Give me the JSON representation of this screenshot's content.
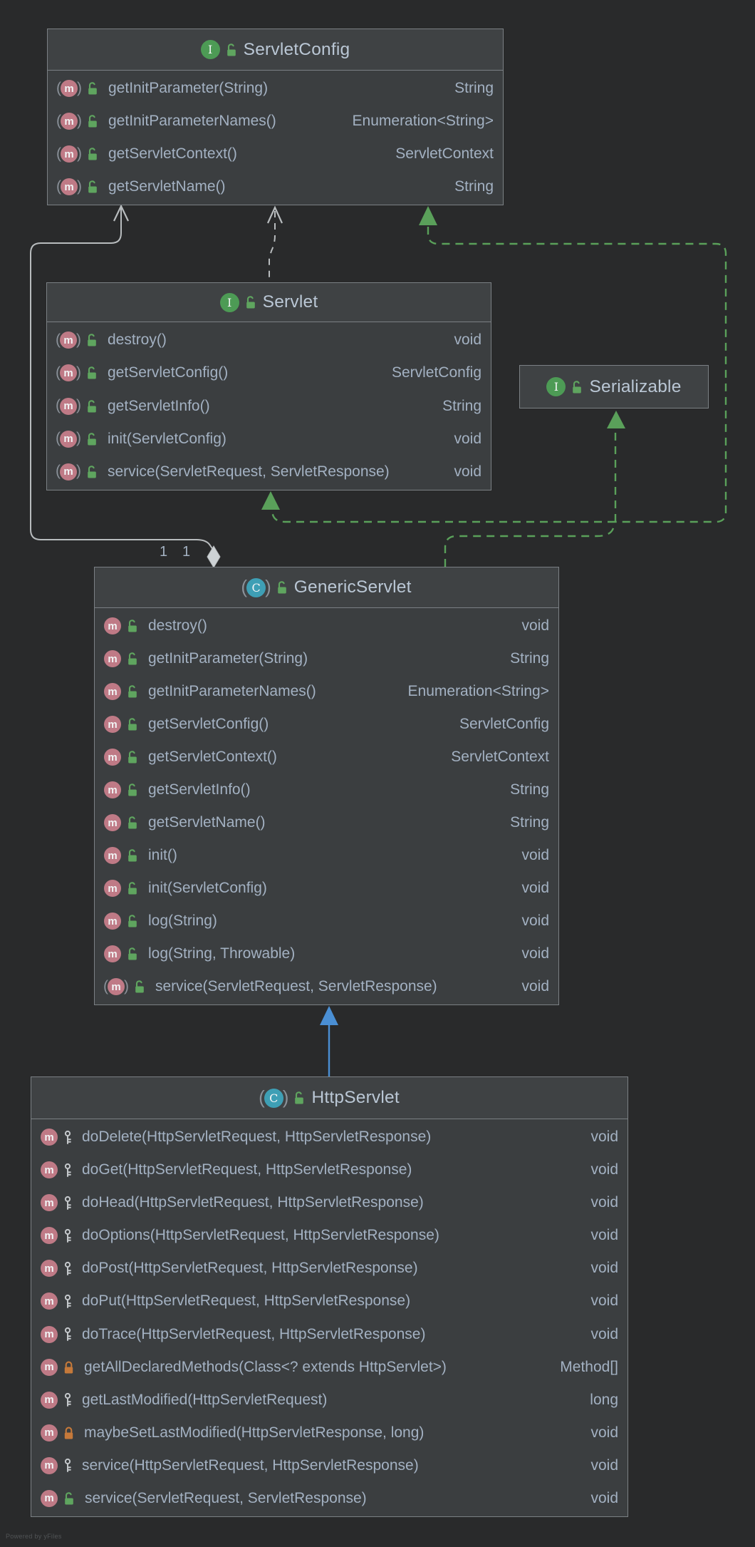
{
  "diagram": {
    "watermark": "Powered by yFiles",
    "multiplicity": {
      "first": "1",
      "second": "1"
    }
  },
  "colors": {
    "background": "#292a2b",
    "node_fill": "#3b3e40",
    "node_header_fill": "#3f4244",
    "node_border": "#7b8084",
    "text": "#a3b1c2",
    "title_text": "#bac7d5",
    "interface_icon_green": "#4d9b55",
    "class_icon_teal": "#3e9fb5",
    "method_icon_pink": "#bf7a86",
    "public_lock_green": "#5fa55f",
    "private_lock_orange": "#c5793a",
    "protected_key_gray": "#c3c7ca",
    "realization_green": "#5aa05a",
    "extends_blue": "#4a8fd4",
    "association_gray": "#b8bcbe",
    "diamond_fill": "#cdd2d5",
    "watermark": "#515456"
  },
  "classes": [
    {
      "id": "servletconfig",
      "name": "ServletConfig",
      "kind": "interface",
      "abstract": false,
      "methods": [
        {
          "name": "getInitParameter(String)",
          "returns": "String",
          "visibility": "public",
          "abstract": true
        },
        {
          "name": "getInitParameterNames()",
          "returns": "Enumeration<String>",
          "visibility": "public",
          "abstract": true
        },
        {
          "name": "getServletContext()",
          "returns": "ServletContext",
          "visibility": "public",
          "abstract": true
        },
        {
          "name": "getServletName()",
          "returns": "String",
          "visibility": "public",
          "abstract": true
        }
      ]
    },
    {
      "id": "servlet",
      "name": "Servlet",
      "kind": "interface",
      "abstract": false,
      "methods": [
        {
          "name": "destroy()",
          "returns": "void",
          "visibility": "public",
          "abstract": true
        },
        {
          "name": "getServletConfig()",
          "returns": "ServletConfig",
          "visibility": "public",
          "abstract": true
        },
        {
          "name": "getServletInfo()",
          "returns": "String",
          "visibility": "public",
          "abstract": true
        },
        {
          "name": "init(ServletConfig)",
          "returns": "void",
          "visibility": "public",
          "abstract": true
        },
        {
          "name": "service(ServletRequest, ServletResponse)",
          "returns": "void",
          "visibility": "public",
          "abstract": true
        }
      ]
    },
    {
      "id": "serializable",
      "name": "Serializable",
      "kind": "interface",
      "abstract": false,
      "methods": []
    },
    {
      "id": "genericservlet",
      "name": "GenericServlet",
      "kind": "class",
      "abstract": true,
      "methods": [
        {
          "name": "destroy()",
          "returns": "void",
          "visibility": "public",
          "abstract": false
        },
        {
          "name": "getInitParameter(String)",
          "returns": "String",
          "visibility": "public",
          "abstract": false
        },
        {
          "name": "getInitParameterNames()",
          "returns": "Enumeration<String>",
          "visibility": "public",
          "abstract": false
        },
        {
          "name": "getServletConfig()",
          "returns": "ServletConfig",
          "visibility": "public",
          "abstract": false
        },
        {
          "name": "getServletContext()",
          "returns": "ServletContext",
          "visibility": "public",
          "abstract": false
        },
        {
          "name": "getServletInfo()",
          "returns": "String",
          "visibility": "public",
          "abstract": false
        },
        {
          "name": "getServletName()",
          "returns": "String",
          "visibility": "public",
          "abstract": false
        },
        {
          "name": "init()",
          "returns": "void",
          "visibility": "public",
          "abstract": false
        },
        {
          "name": "init(ServletConfig)",
          "returns": "void",
          "visibility": "public",
          "abstract": false
        },
        {
          "name": "log(String)",
          "returns": "void",
          "visibility": "public",
          "abstract": false
        },
        {
          "name": "log(String, Throwable)",
          "returns": "void",
          "visibility": "public",
          "abstract": false
        },
        {
          "name": "service(ServletRequest, ServletResponse)",
          "returns": "void",
          "visibility": "public",
          "abstract": true
        }
      ]
    },
    {
      "id": "httpservlet",
      "name": "HttpServlet",
      "kind": "class",
      "abstract": true,
      "methods": [
        {
          "name": "doDelete(HttpServletRequest, HttpServletResponse)",
          "returns": "void",
          "visibility": "protected",
          "abstract": false
        },
        {
          "name": "doGet(HttpServletRequest, HttpServletResponse)",
          "returns": "void",
          "visibility": "protected",
          "abstract": false
        },
        {
          "name": "doHead(HttpServletRequest, HttpServletResponse)",
          "returns": "void",
          "visibility": "protected",
          "abstract": false
        },
        {
          "name": "doOptions(HttpServletRequest, HttpServletResponse)",
          "returns": "void",
          "visibility": "protected",
          "abstract": false
        },
        {
          "name": "doPost(HttpServletRequest, HttpServletResponse)",
          "returns": "void",
          "visibility": "protected",
          "abstract": false
        },
        {
          "name": "doPut(HttpServletRequest, HttpServletResponse)",
          "returns": "void",
          "visibility": "protected",
          "abstract": false
        },
        {
          "name": "doTrace(HttpServletRequest, HttpServletResponse)",
          "returns": "void",
          "visibility": "protected",
          "abstract": false
        },
        {
          "name": "getAllDeclaredMethods(Class<? extends HttpServlet>)",
          "returns": "Method[]",
          "visibility": "private",
          "abstract": false
        },
        {
          "name": "getLastModified(HttpServletRequest)",
          "returns": "long",
          "visibility": "protected",
          "abstract": false
        },
        {
          "name": "maybeSetLastModified(HttpServletResponse, long)",
          "returns": "void",
          "visibility": "private",
          "abstract": false
        },
        {
          "name": "service(HttpServletRequest, HttpServletResponse)",
          "returns": "void",
          "visibility": "protected",
          "abstract": false
        },
        {
          "name": "service(ServletRequest, ServletResponse)",
          "returns": "void",
          "visibility": "public",
          "abstract": false
        }
      ]
    }
  ],
  "relations": [
    {
      "from": "GenericServlet",
      "to": "ServletConfig",
      "type": "aggregation",
      "multiplicity": [
        "1",
        "1"
      ]
    },
    {
      "from": "Servlet",
      "to": "ServletConfig",
      "type": "dependency"
    },
    {
      "from": "GenericServlet",
      "to": "ServletConfig",
      "type": "realization"
    },
    {
      "from": "GenericServlet",
      "to": "Servlet",
      "type": "realization"
    },
    {
      "from": "GenericServlet",
      "to": "Serializable",
      "type": "realization"
    },
    {
      "from": "HttpServlet",
      "to": "GenericServlet",
      "type": "extends"
    }
  ]
}
